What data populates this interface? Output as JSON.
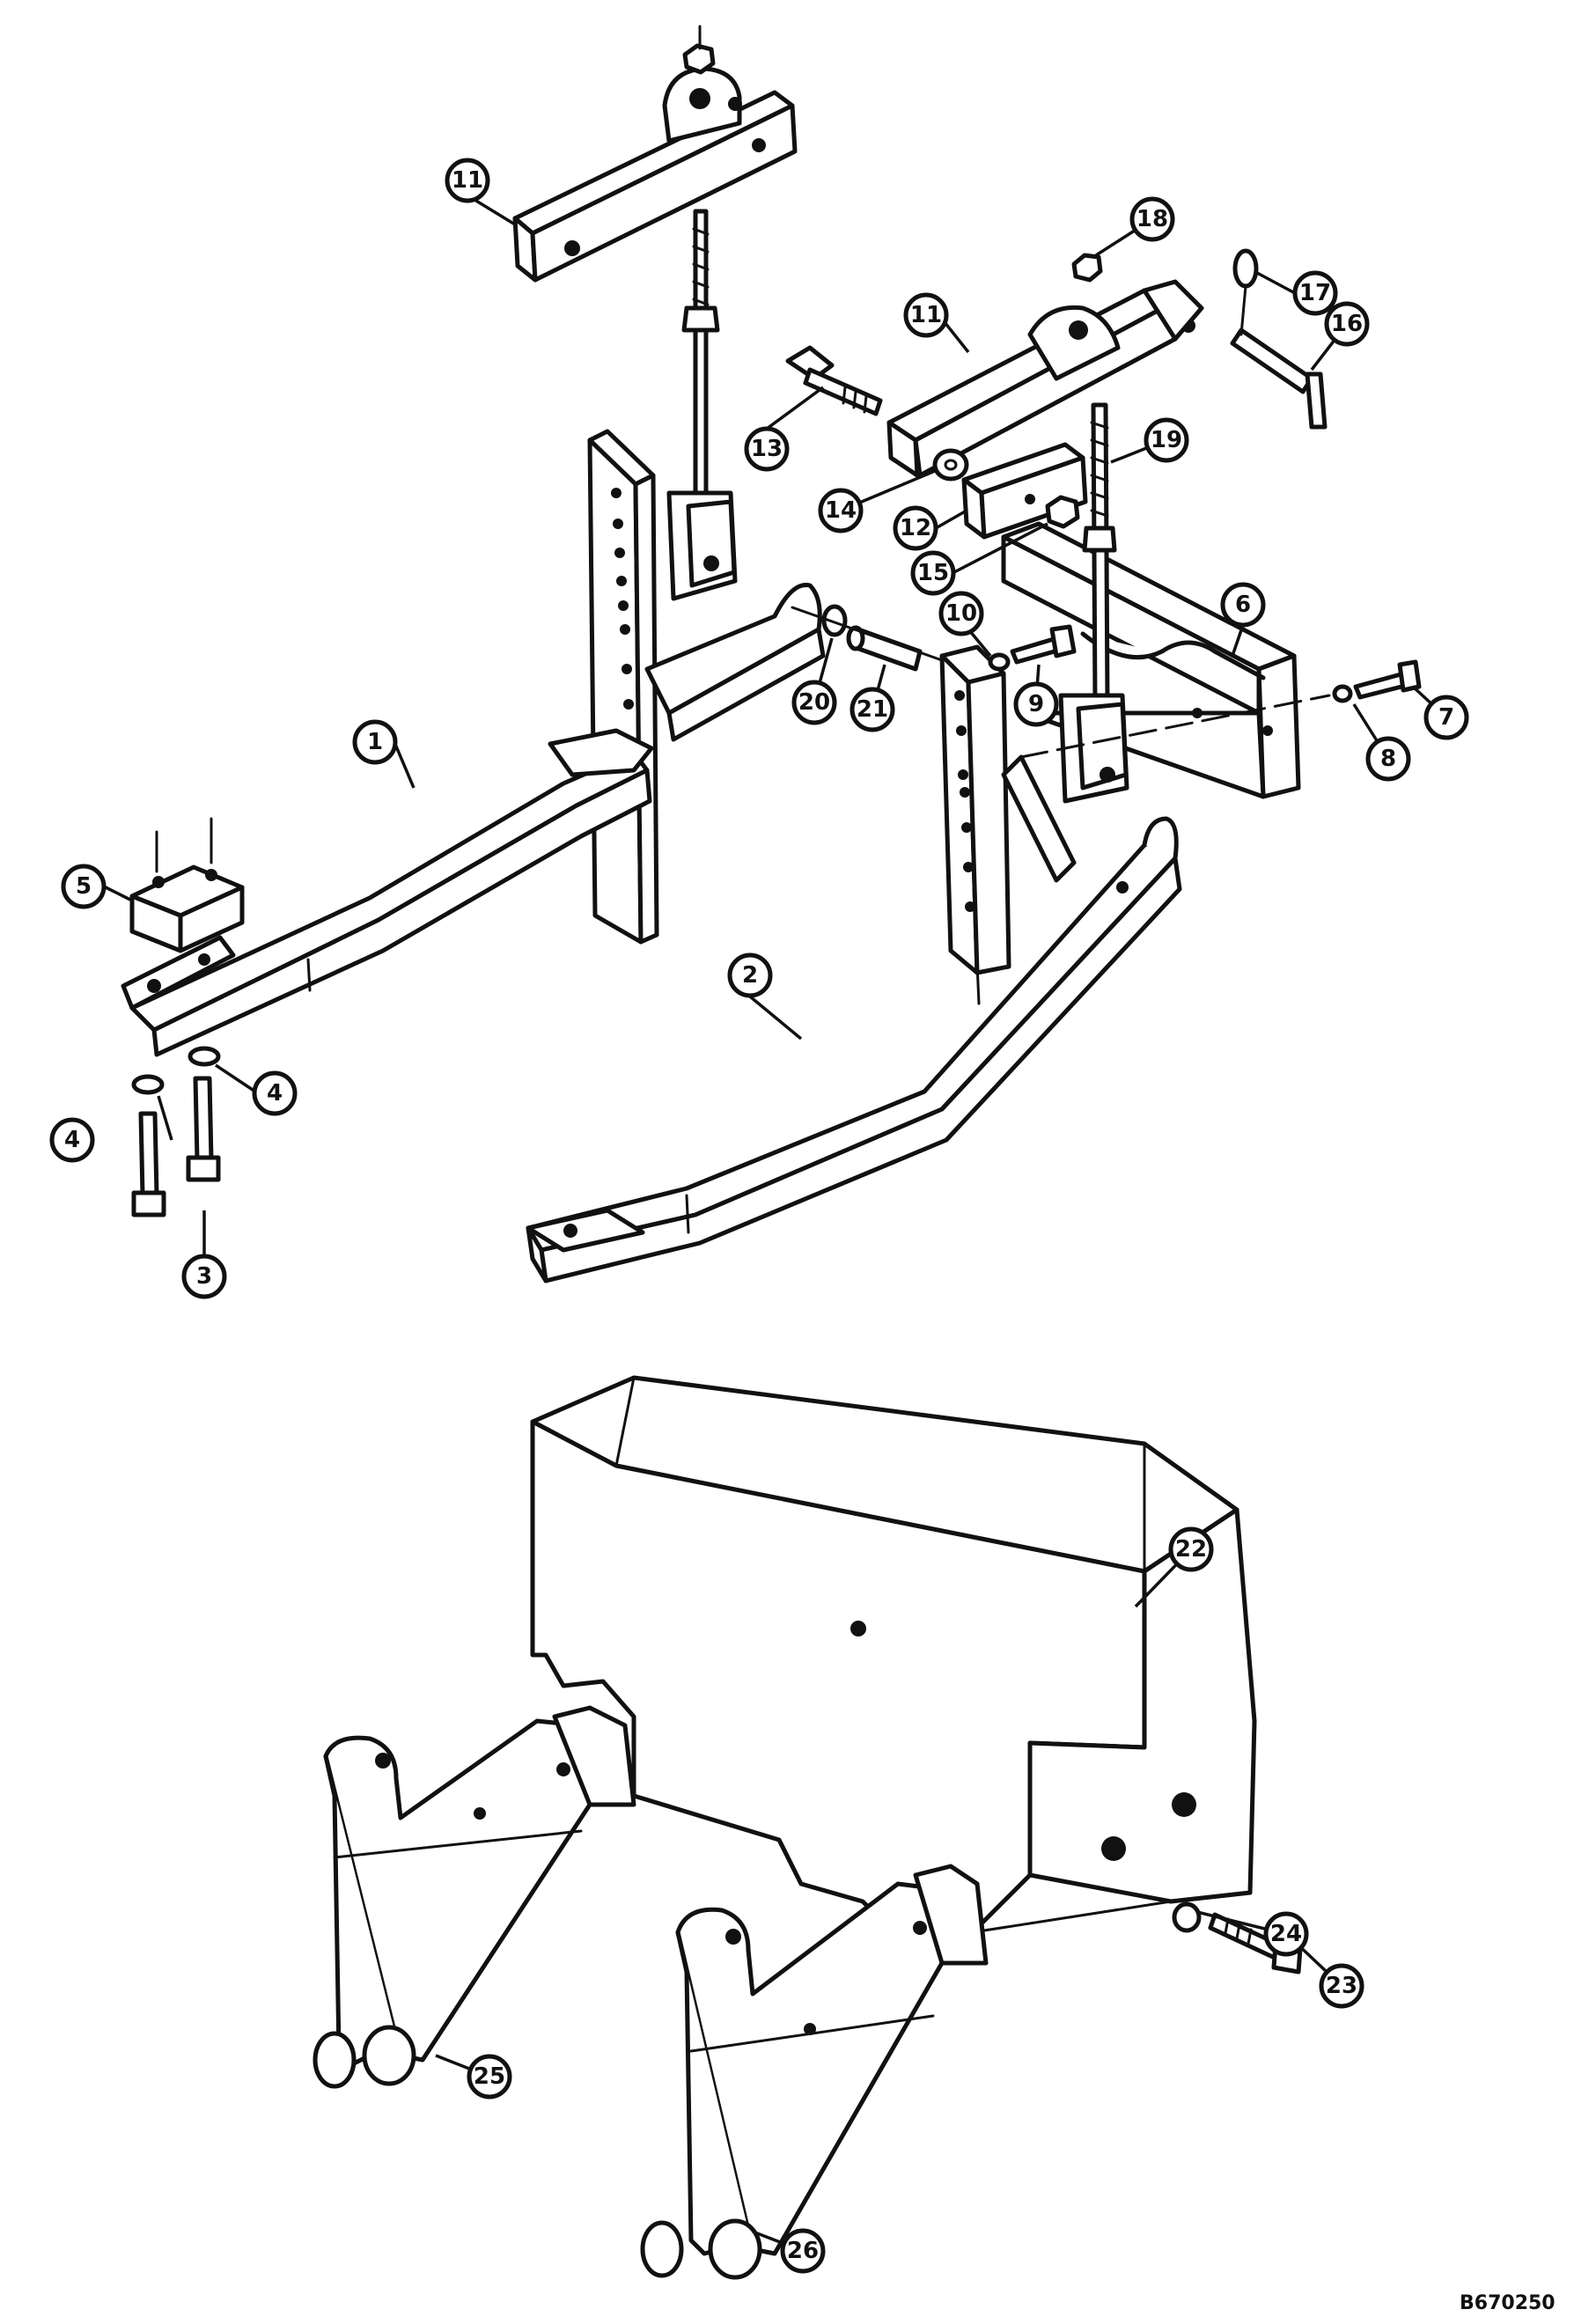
{
  "callouts": [
    {
      "label": "1"
    },
    {
      "label": "2"
    },
    {
      "label": "3"
    },
    {
      "label": "4"
    },
    {
      "label": "4"
    },
    {
      "label": "5"
    },
    {
      "label": "6"
    },
    {
      "label": "7"
    },
    {
      "label": "8"
    },
    {
      "label": "9"
    },
    {
      "label": "10"
    },
    {
      "label": "11"
    },
    {
      "label": "11"
    },
    {
      "label": "12"
    },
    {
      "label": "13"
    },
    {
      "label": "14"
    },
    {
      "label": "15"
    },
    {
      "label": "16"
    },
    {
      "label": "17"
    },
    {
      "label": "18"
    },
    {
      "label": "19"
    },
    {
      "label": "20"
    },
    {
      "label": "21"
    },
    {
      "label": "22"
    },
    {
      "label": "23"
    },
    {
      "label": "24"
    },
    {
      "label": "25"
    },
    {
      "label": "26"
    }
  ],
  "drawing_id": "B670250"
}
